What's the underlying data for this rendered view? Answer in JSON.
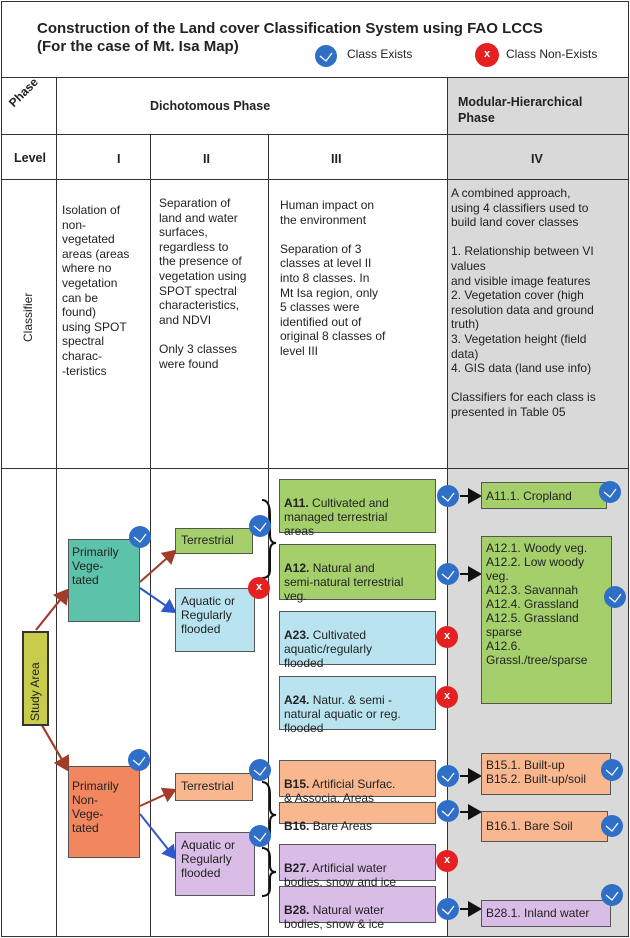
{
  "title": {
    "line1": "Construction of the Land cover Classification System using FAO LCCS",
    "line2": "(For the case of Mt. Isa Map)"
  },
  "legend": {
    "exists_label": "Class Exists",
    "nonexists_label": "Class Non-Exists",
    "x_glyph": "x"
  },
  "header": {
    "phase_label": "Phase",
    "dichotomous": "Dichotomous Phase",
    "modular": "Modular-Hierarchical Phase",
    "level_label": "Level",
    "levels": [
      "I",
      "II",
      "III",
      "IV"
    ],
    "classifier_label": "Classifier"
  },
  "classifiers": {
    "I": "Isolation of\nnon-\nvegetated\nareas (areas\nwhere no\nvegetation\ncan be\nfound)\nusing SPOT\nspectral\ncharac-\n-teristics",
    "II": "Separation of\nland and water\nsurfaces,\nregardless to\nthe presence of\nvegetation using\nSPOT spectral\ncharacteristics,\n and NDVI\n\nOnly 3 classes\nwere found",
    "III": "Human impact on\nthe environment\n\nSeparation of 3\nclasses at level II\ninto 8 classes. In\nMt Isa region, only\n5 classes were\nidentified out of\noriginal 8 classes of\nlevel III",
    "IV": "A combined approach,\nusing 4 classifiers used to\nbuild land cover classes\n\n1. Relationship between VI\nvalues\nand visible image features\n2. Vegetation cover (high\nresolution data and ground\ntruth)\n3. Vegetation height (field\ndata)\n4. GIS data (land use info)\n\nClassifiers  for each class is\npresented in Table 05"
  },
  "diagram": {
    "study_area": "Study Area",
    "level1": {
      "veg": "Primarily\nVege-\ntated",
      "nonveg": "Primarily\nNon-\nVege-\ntated"
    },
    "level2": {
      "veg_terrestrial": "Terrestrial",
      "veg_aquatic": "Aquatic or\nRegularly\nflooded",
      "nonveg_terrestrial": "Terrestrial",
      "nonveg_aquatic": "Aquatic or\nRegularly\nflooded"
    },
    "level3": {
      "A11": {
        "code": "A11.",
        "text": "  Cultivated and\nmanaged terrestrial\nareas"
      },
      "A12": {
        "code": "A12.",
        "text": "  Natural and\nsemi-natural terrestrial\nveg."
      },
      "A23": {
        "code": "A23.",
        "text": " Cultivated\naquatic/regularly\nflooded"
      },
      "A24": {
        "code": "A24.",
        "text": " Natur. & semi -\nnatural aquatic or reg.\nflooded"
      },
      "B15": {
        "code": "B15.",
        "text": " Artificial Surfac.\n& Associa. Areas"
      },
      "B16": {
        "code": "B16.",
        "text": " Bare Areas"
      },
      "B27": {
        "code": "B27.",
        "text": " Artificial water\nbodies, snow and ice"
      },
      "B28": {
        "code": "B28.",
        "text": " Natural water\nbodies, snow & ice"
      }
    },
    "level4": {
      "A11": "A11.1. Cropland",
      "A12": "A12.1. Woody veg.\nA12.2. Low  woody\nveg.\nA12.3. Savannah\nA12.4. Grassland\nA12.5. Grassland\nsparse\nA12.6.\nGrassl./tree/sparse",
      "B15": "B15.1. Built-up\nB15.2. Built-up/soil",
      "B16": "B16.1. Bare Soil",
      "B28": "B28.1. Inland water"
    }
  },
  "colors": {
    "green": "#a4cf6b",
    "light_blue": "#b8e3ef",
    "orange": "#f9b78f",
    "purple": "#d9bde6",
    "teal": "#5cc2a9",
    "salmon": "#f2865e",
    "yellow": "#c8cc4a",
    "exists_badge": "#2f6fc8",
    "nonexists_badge": "#e42020",
    "modular_bg": "#d9d9d9",
    "arrow_red": "#a23b2a",
    "arrow_blue": "#2f58c8"
  }
}
